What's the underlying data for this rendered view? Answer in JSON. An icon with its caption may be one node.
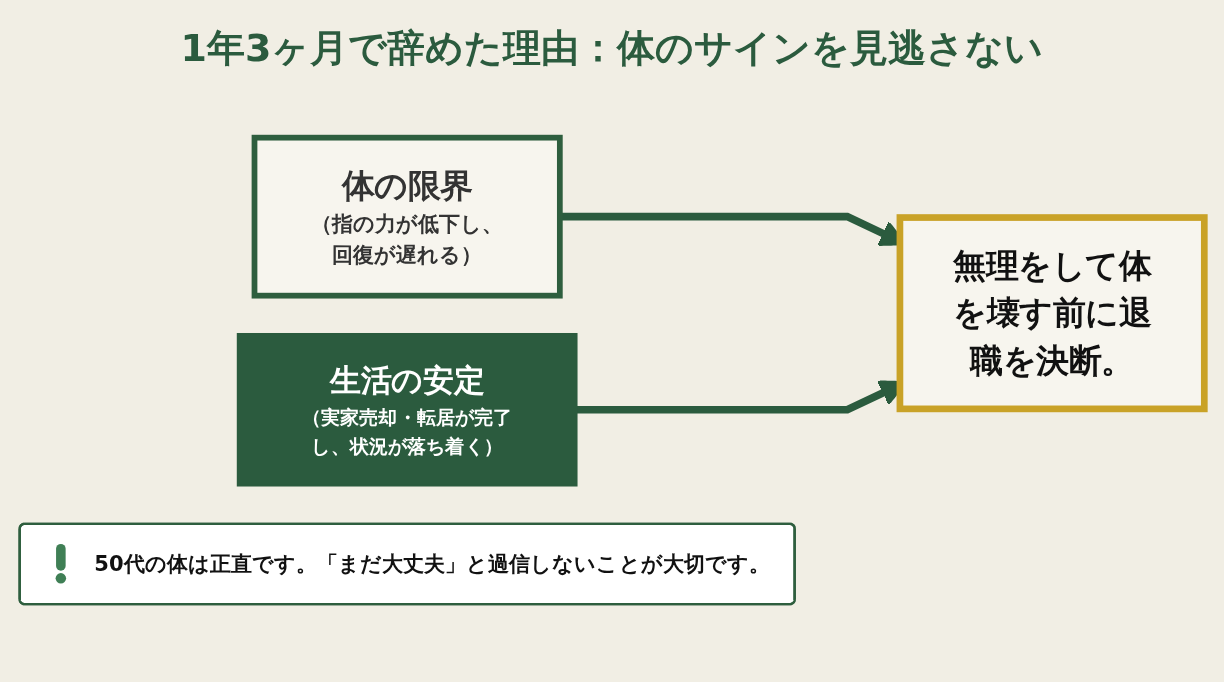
{
  "diagram": {
    "title": "1年3ヶ月で辞めた理由：体のサインを見逃さない",
    "nodes": [
      {
        "text": [
          "体の限界",
          "（指の力が低下し、回復が遅れる）"
        ]
      },
      {
        "text": [
          "生活の安定",
          "（実家売却・転居が完了し、状況が落ち着く）"
        ]
      },
      {
        "text": [
          "無理をして体を壊す前に退職を決断。"
        ]
      },
      {
        "text": [
          "50代の体は正直です。「まだ大丈夫」と過信しないことが大切です。"
        ]
      }
    ],
    "edges": [
      {
        "from": 0,
        "to": 2,
        "arrow": "to"
      },
      {
        "from": 1,
        "to": 2,
        "arrow": "to"
      }
    ]
  }
}
